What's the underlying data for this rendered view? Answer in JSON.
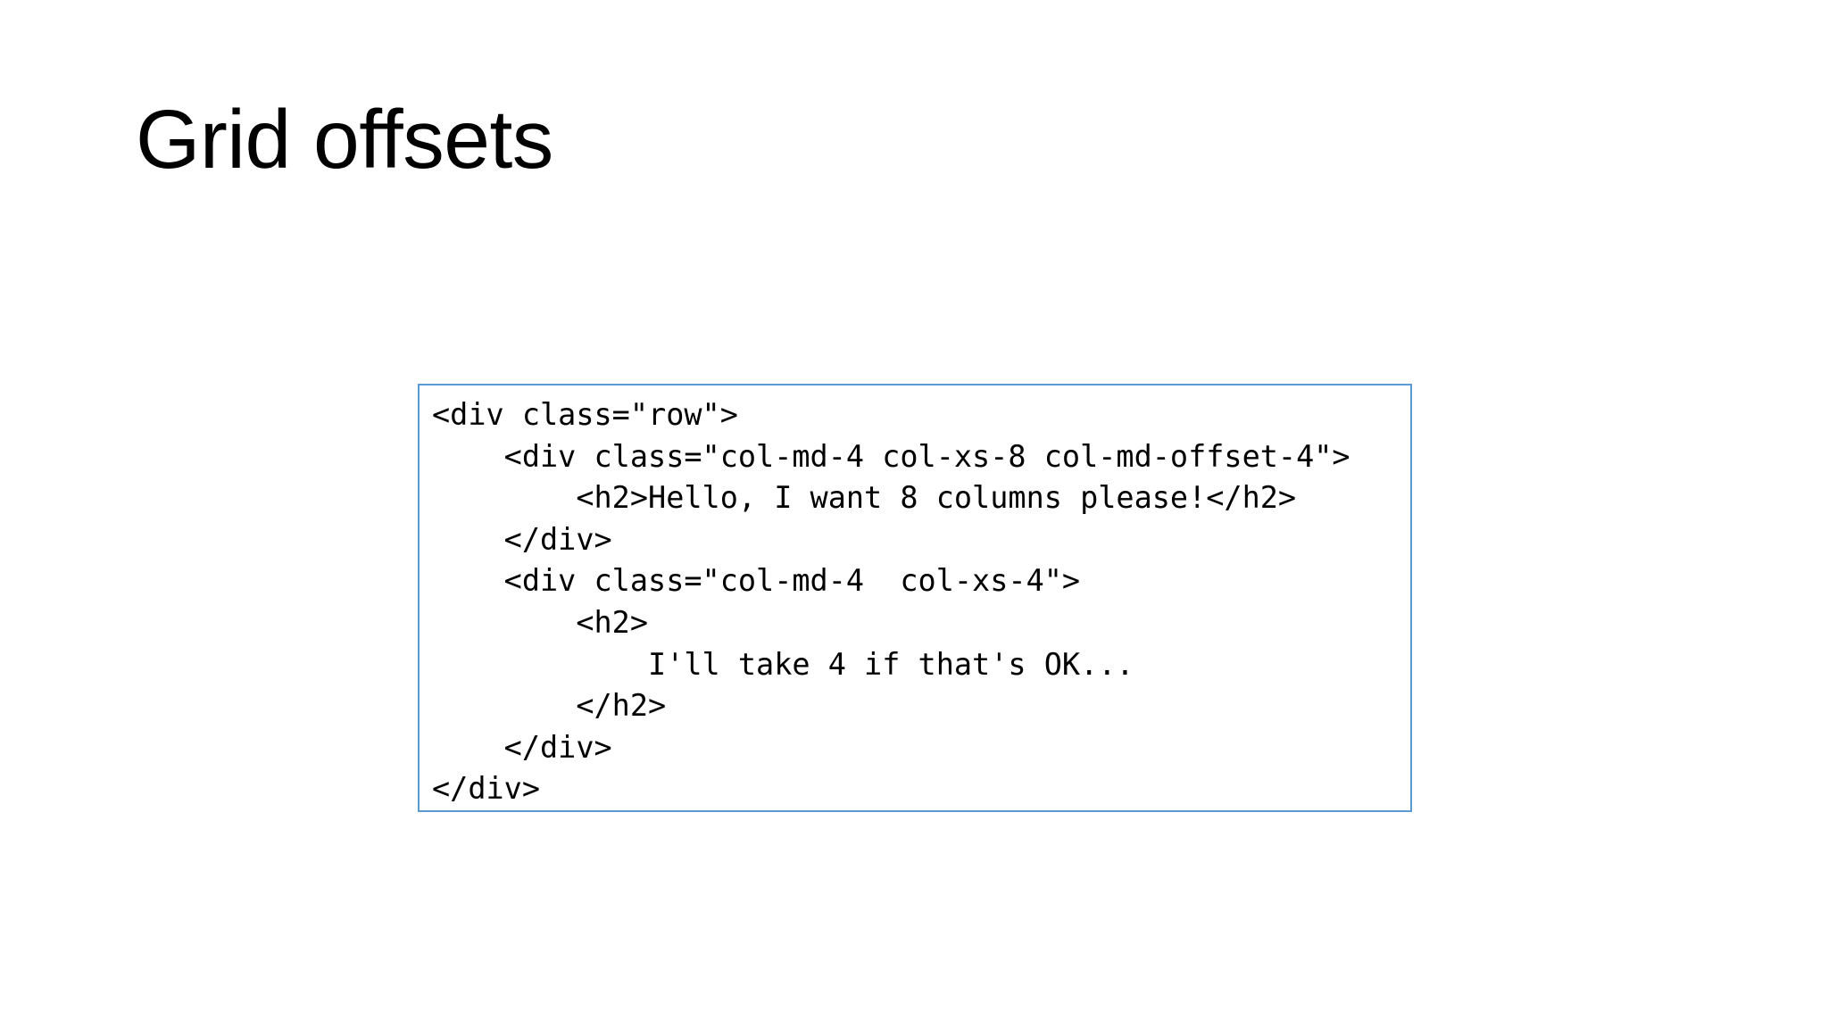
{
  "slide": {
    "title": "Grid offsets",
    "background_color": "#ffffff",
    "title_color": "#000000"
  },
  "code_block": {
    "border_color": "#5B9BD5",
    "background_color": "#ffffff",
    "text_color": "#000000",
    "language": "html",
    "lines": [
      "<div class=\"row\">",
      "    <div class=\"col-md-4 col-xs-8 col-md-offset-4\">",
      "        <h2>Hello, I want 8 columns please!</h2>",
      "    </div>",
      "    <div class=\"col-md-4  col-xs-4\">",
      "        <h2>",
      "            I'll take 4 if that's OK...",
      "        </h2>",
      "    </div>",
      "</div>"
    ]
  }
}
